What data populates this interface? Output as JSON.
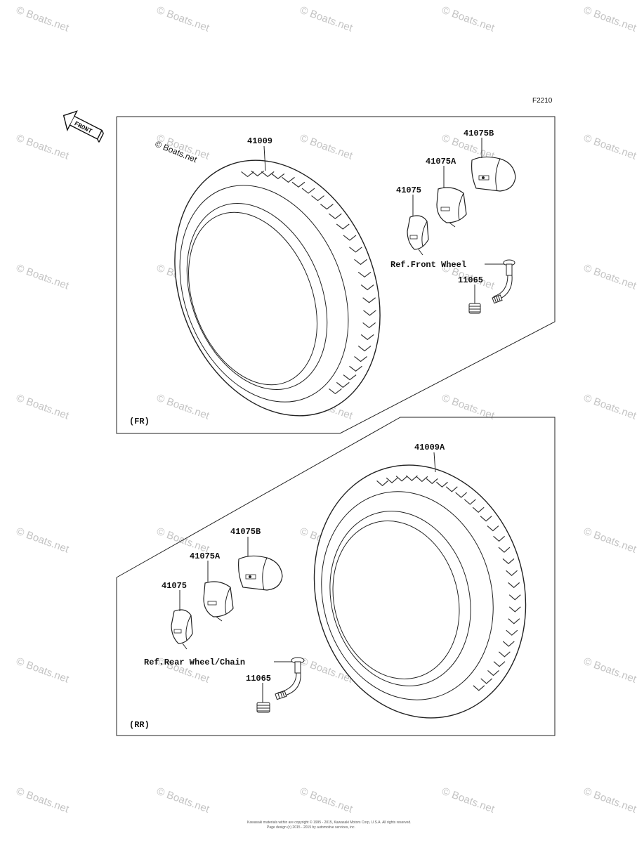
{
  "diagram": {
    "code": "F2210",
    "front_arrow_label": "FRONT",
    "copyright_top": "© Boats.net",
    "watermark_text": "© Boats.net",
    "footer_line1": "Kawasaki materials within are copyright © 1995 - 2015, Kawasaki Motors Corp, U.S.A. All rights reserved.",
    "footer_line2": "Page design (c) 2015 - 2015 by automotive services, inc.",
    "front_panel": {
      "section_label": "(FR)",
      "tire_part": "41009",
      "tube_b": "41075B",
      "tube_a": "41075A",
      "tube": "41075",
      "ref_label": "Ref.Front Wheel",
      "valve_part": "11065"
    },
    "rear_panel": {
      "section_label": "(RR)",
      "tire_part": "41009A",
      "tube_b": "41075B",
      "tube_a": "41075A",
      "tube": "41075",
      "ref_label": "Ref.Rear Wheel/Chain",
      "valve_part": "11065"
    }
  }
}
